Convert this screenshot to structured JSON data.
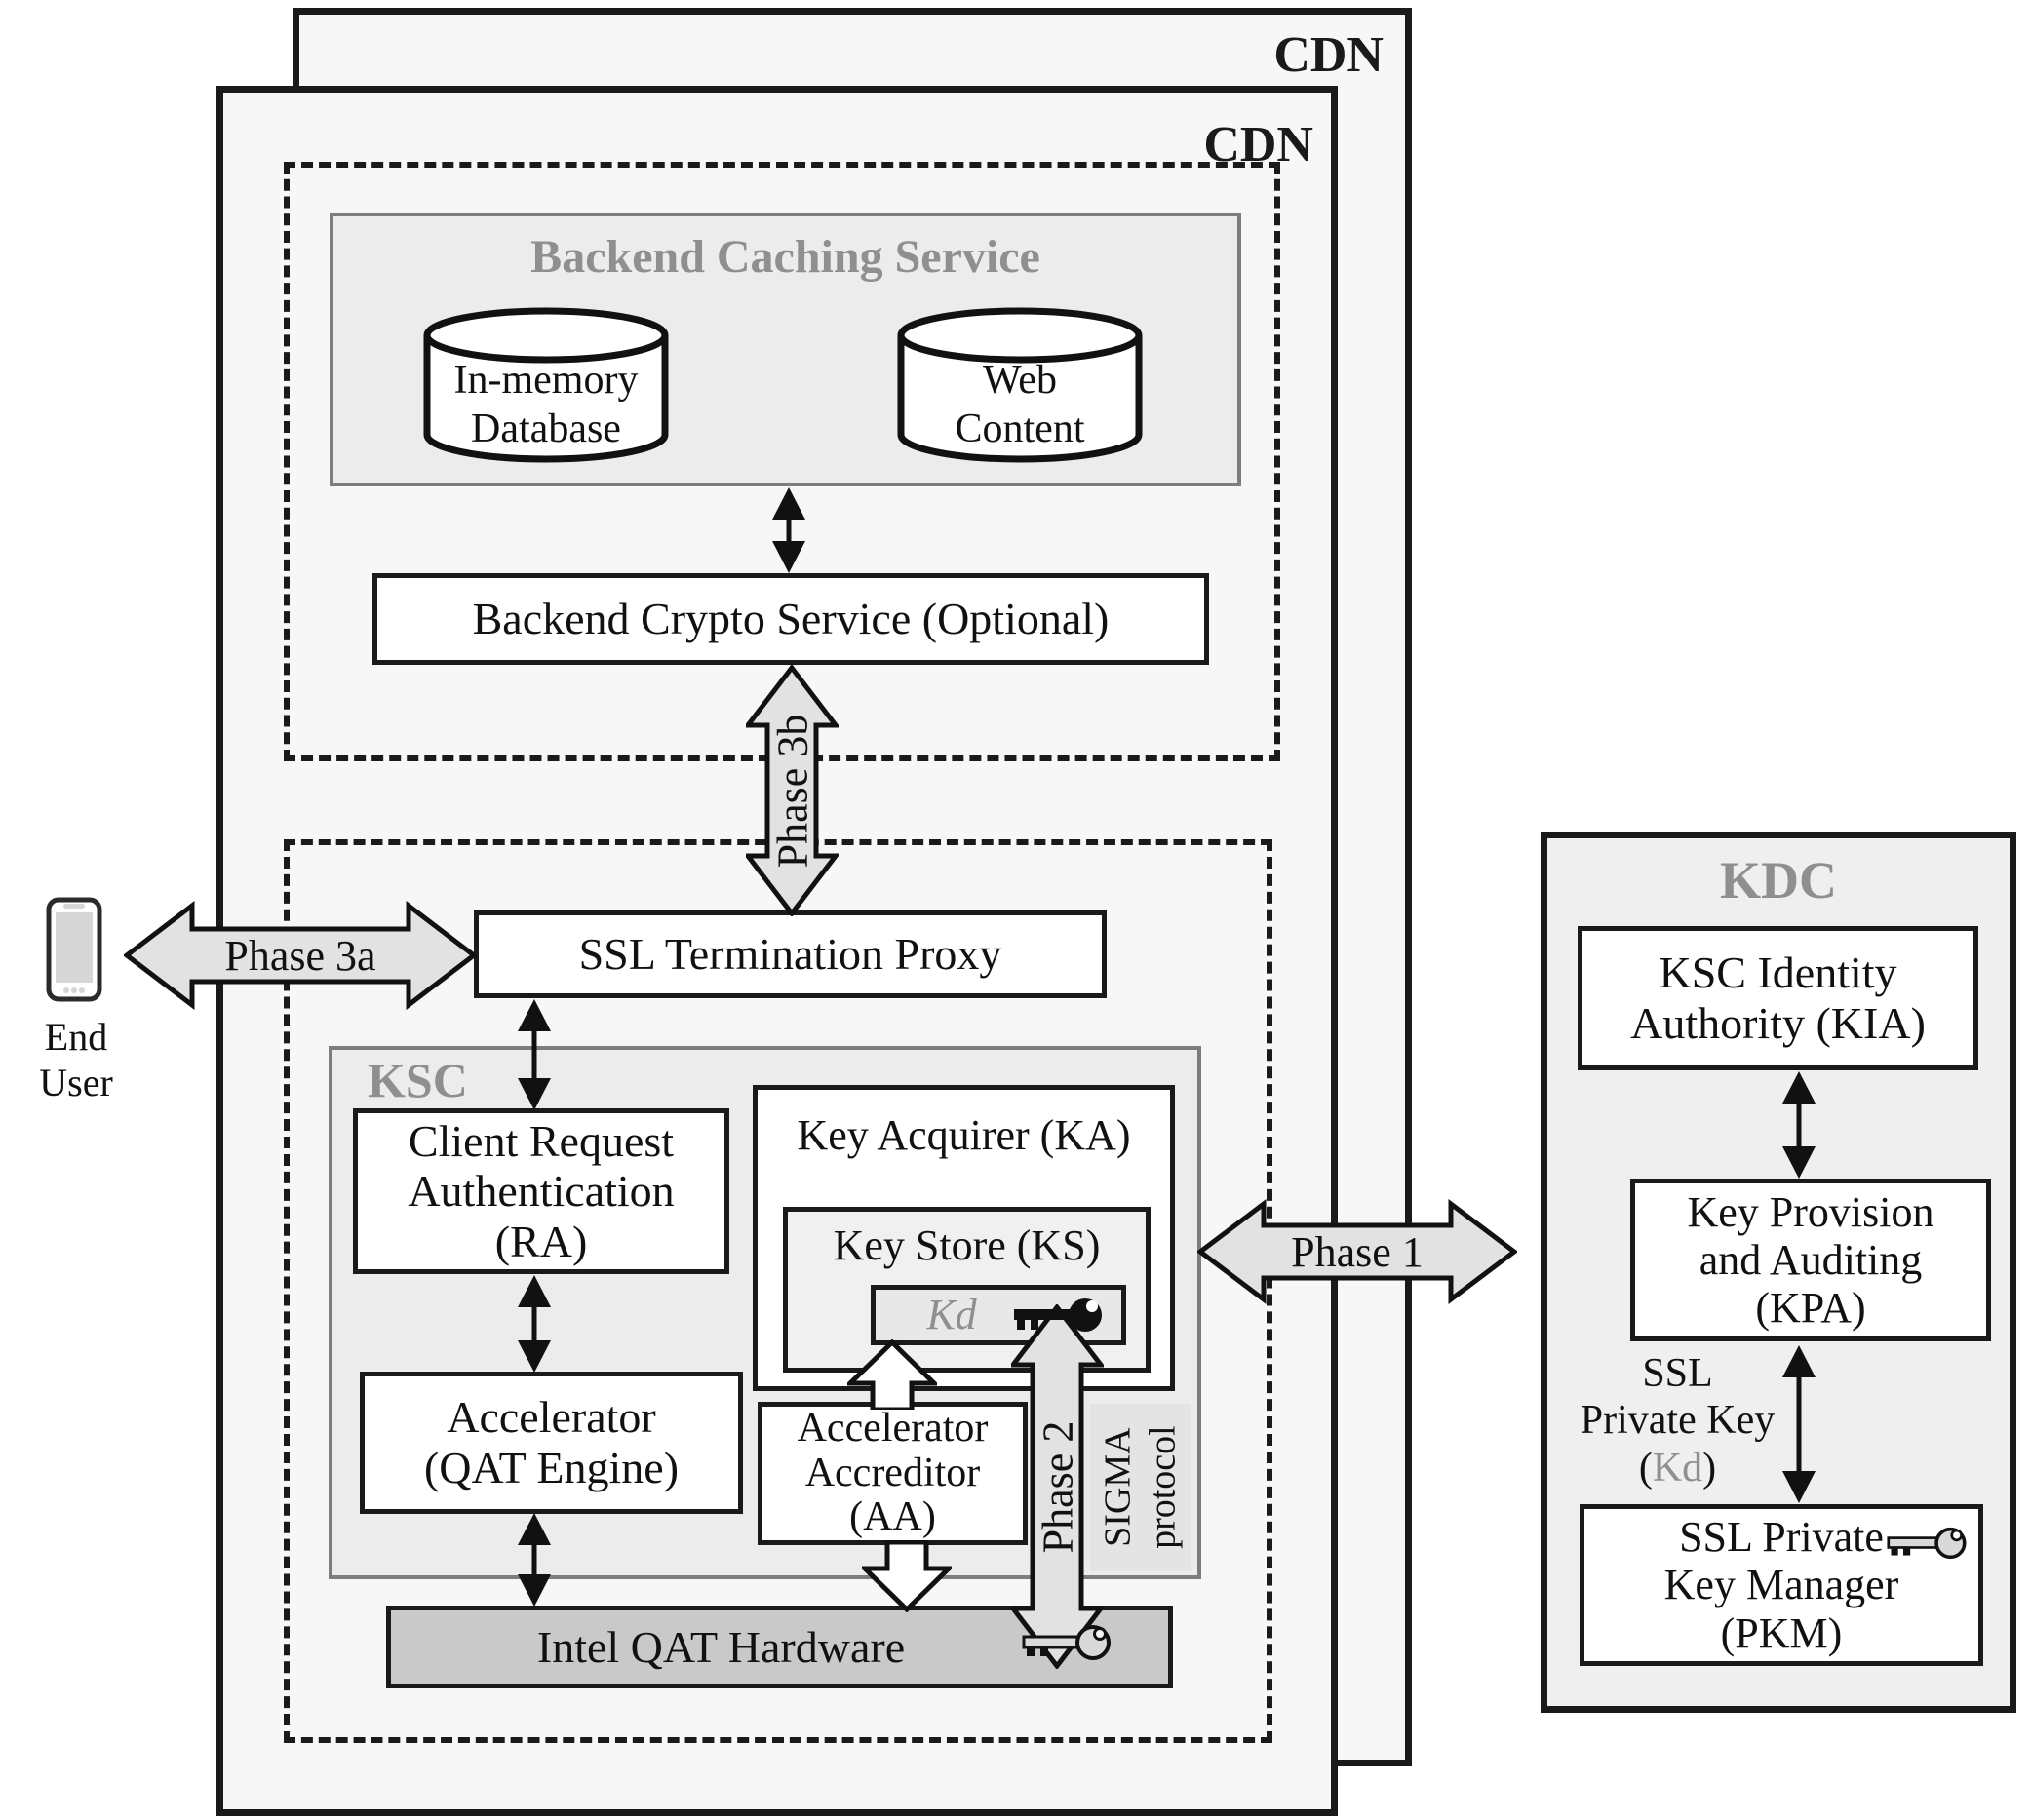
{
  "cdn_outer": {
    "label": "CDN"
  },
  "cdn_inner": {
    "label": "CDN"
  },
  "backend_caching_service": {
    "title": "Backend Caching Service",
    "in_memory_database": "In-memory\nDatabase",
    "web_content": "Web\nContent"
  },
  "backend_crypto_service": {
    "label": "Backend Crypto Service (Optional)"
  },
  "ssl_termination_proxy": {
    "label": "SSL Termination Proxy"
  },
  "end_user": {
    "label": "End User"
  },
  "phase_arrows": {
    "phase_1": "Phase 1",
    "phase_2": "Phase 2",
    "phase_3a": "Phase 3a",
    "phase_3b": "Phase 3b"
  },
  "sigma": {
    "label": "SIGMA\nprotocol"
  },
  "ksc": {
    "label": "KSC",
    "client_request_authentication": "Client Request\nAuthentication\n(RA)",
    "key_acquirer": "Key Acquirer (KA)",
    "key_store": "Key Store (KS)",
    "kd_key": "Kd",
    "accelerator": "Accelerator\n(QAT Engine)",
    "accelerator_accreditor": "Accelerator\nAccreditor\n(AA)"
  },
  "intel_qat_hardware": {
    "label": "Intel QAT Hardware"
  },
  "kdc": {
    "label": "KDC",
    "ksc_identity_authority": "KSC Identity\nAuthority (KIA)",
    "key_provision_auditing": "Key Provision\nand Auditing\n(KPA)",
    "ssl_private_key_caption": "SSL\nPrivate Key",
    "kd_open": "(",
    "kd": "Kd",
    "kd_close": ")",
    "ssl_private_key_manager": "SSL Private\nKey Manager\n(PKM)"
  },
  "colors": {
    "box_border": "#1a1a1a",
    "panel_border": "#7d7d7d",
    "gray_label": "#8f8f8f",
    "cdn_fill": "#f7f7f7",
    "panel_fill": "#ececec",
    "kdc_fill": "#efefef",
    "key_store_fill": "#f0f0f0",
    "kd_fill": "#e8e8e8",
    "hardware_fill": "#c9c9c9",
    "phase_arrow_fill": "#e2e2e2"
  }
}
